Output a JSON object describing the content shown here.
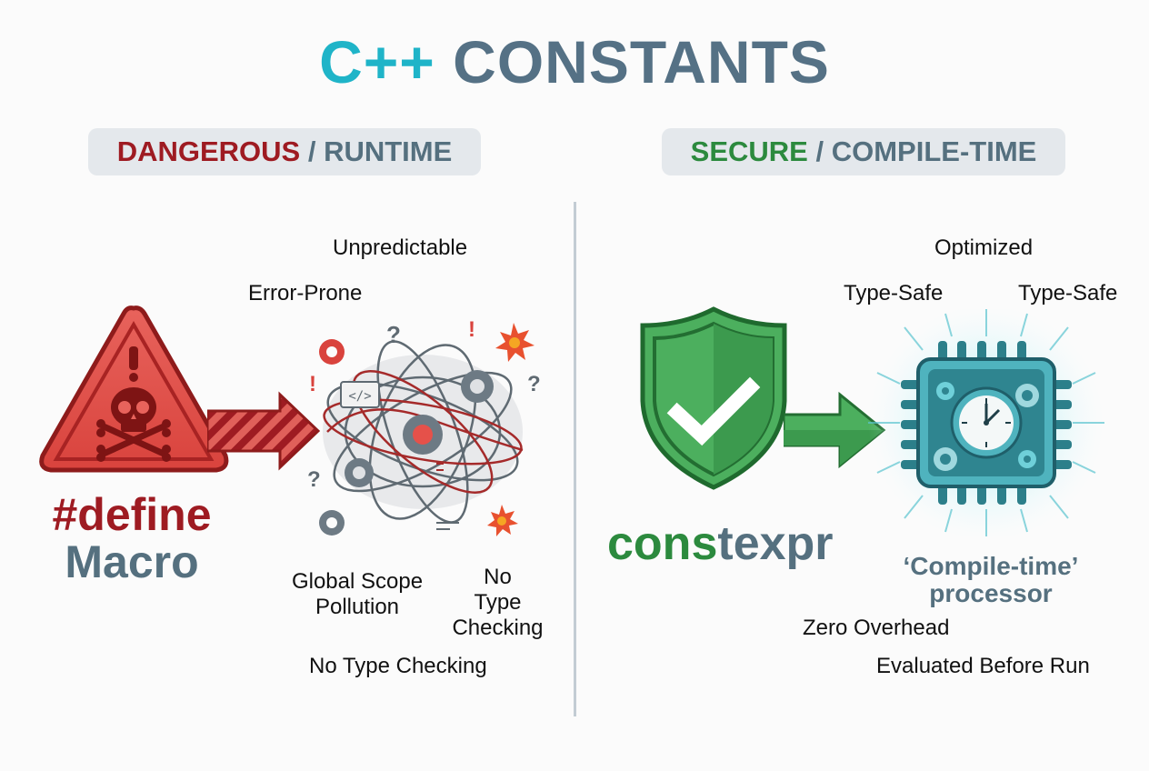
{
  "title": {
    "prefix": "C++",
    "main": "CONSTANTS"
  },
  "colors": {
    "accent_cyan": "#1fb4c8",
    "slate": "#55707f",
    "danger_red": "#9e1b22",
    "safe_green": "#2c8a3e",
    "pill_bg": "#e4e8ec",
    "divider": "#c3ccd4"
  },
  "left_panel": {
    "header": {
      "highlight": "DANGEROUS",
      "separator": " / ",
      "rest": "RUNTIME"
    },
    "icon": "warning-skull-triangle",
    "arrow": "striped-red-arrow",
    "chaos_icon": "tangled-orbits-gears",
    "keyword": {
      "line1": "#define",
      "line2": "Macro"
    },
    "labels": [
      {
        "id": "unpredictable",
        "text": "Unpredictable"
      },
      {
        "id": "error-prone",
        "text": "Error-Prone"
      },
      {
        "id": "global-scope",
        "line1": "Global Scope",
        "line2": "Pollution"
      },
      {
        "id": "no-type-checking-stacked",
        "line1": "No",
        "line2": "Type",
        "line3": "Checking"
      },
      {
        "id": "no-type-checking",
        "text": "No Type Checking"
      }
    ]
  },
  "right_panel": {
    "header": {
      "highlight": "SECURE",
      "separator": " / ",
      "rest": "COMPILE-TIME"
    },
    "icon": "shield-checkmark",
    "arrow": "green-arrow",
    "processor_icon": "chip-with-clock",
    "keyword": {
      "part1": "cons",
      "part2": "texpr"
    },
    "processor_caption": {
      "line1": "‘Compile-time’",
      "line2": "processor"
    },
    "labels": [
      {
        "id": "optimized",
        "text": "Optimized"
      },
      {
        "id": "type-safe-1",
        "text": "Type-Safe"
      },
      {
        "id": "type-safe-2",
        "text": "Type-Safe"
      },
      {
        "id": "zero-overhead",
        "text": "Zero Overhead"
      },
      {
        "id": "evaluated-before-run",
        "text": "Evaluated Before Run"
      }
    ]
  }
}
